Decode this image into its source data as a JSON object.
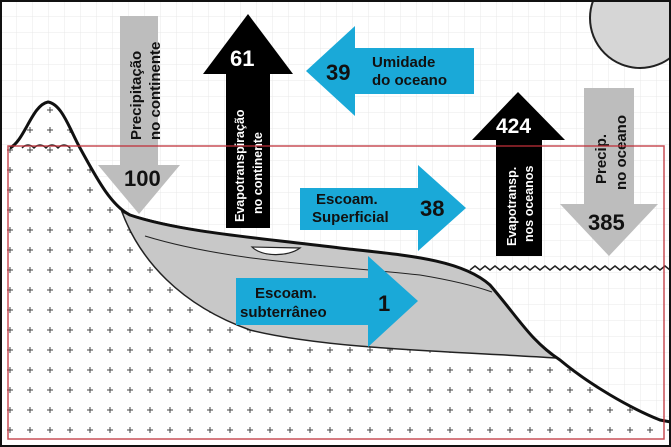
{
  "colors": {
    "sky_grid": "#e6e6e6",
    "land_fill": "#ffffff",
    "soil_fill": "#c8c8c8",
    "precip_arrow": "#bdbdbd",
    "evap_arrow": "#000000",
    "flow_arrow": "#1aa9d8",
    "sun": "#d6d6d6",
    "frame": "#c0303a"
  },
  "arrows": {
    "precip_land": {
      "label_line1": "Precipitação",
      "label_line2": "no continente",
      "value": "100"
    },
    "evap_land": {
      "label_line1": "Evapotranspiração",
      "label_line2": "no continente",
      "value": "61"
    },
    "ocean_moisture": {
      "label_line1": "Umidade",
      "label_line2": "do oceano",
      "value": "39"
    },
    "evap_ocean": {
      "label_line1": "Evapotransp.",
      "label_line2": "nos oceanos",
      "value": "424"
    },
    "precip_ocean": {
      "label_line1": "Precip.",
      "label_line2": "no oceano",
      "value": "385"
    },
    "surface_runoff": {
      "label_line1": "Escoam.",
      "label_line2": "Superficial",
      "value": "38"
    },
    "groundwater_runoff": {
      "label_line1": "Escoam.",
      "label_line2": "subterrâneo",
      "value": "1"
    }
  }
}
